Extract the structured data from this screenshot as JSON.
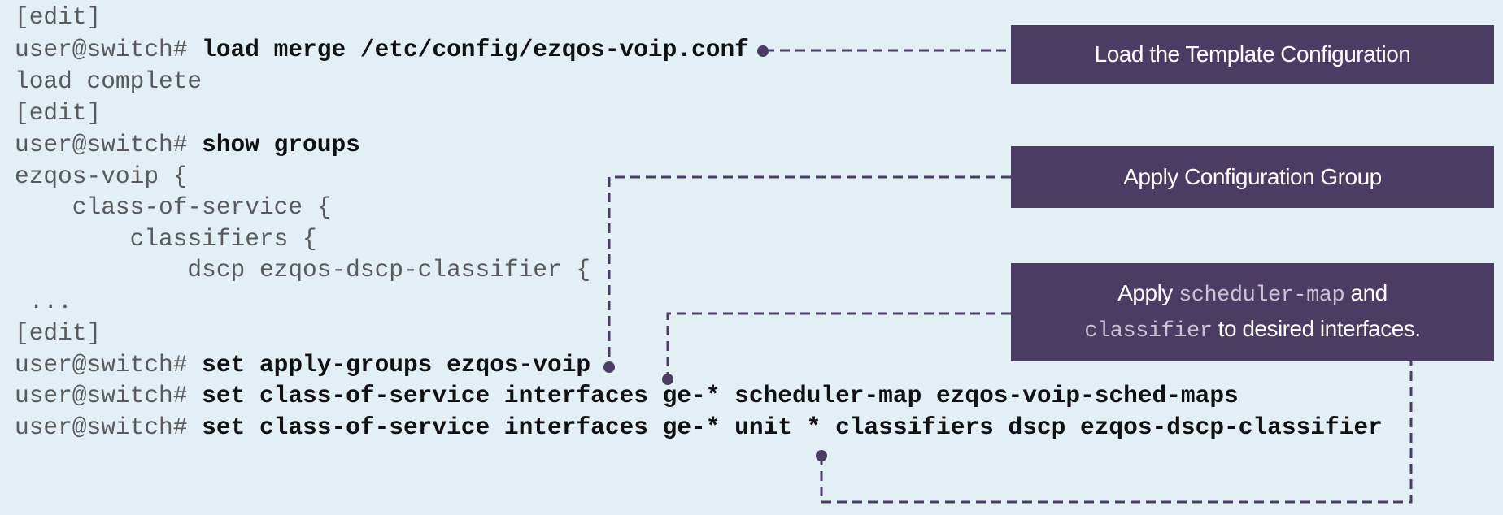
{
  "terminal": {
    "lines": [
      {
        "prompt": "[edit]",
        "command": ""
      },
      {
        "prompt": "user@switch# ",
        "command": "load merge /etc/config/ezqos-voip.conf"
      },
      {
        "prompt": "load complete",
        "command": ""
      },
      {
        "prompt": "[edit]",
        "command": ""
      },
      {
        "prompt": "user@switch# ",
        "command": "show groups"
      },
      {
        "prompt": "ezqos-voip {",
        "command": ""
      },
      {
        "prompt": "    class-of-service {",
        "command": ""
      },
      {
        "prompt": "        classifiers {",
        "command": ""
      },
      {
        "prompt": "            dscp ezqos-dscp-classifier {",
        "command": ""
      },
      {
        "prompt": " ...",
        "command": ""
      },
      {
        "prompt": "[edit]",
        "command": ""
      },
      {
        "prompt": "user@switch# ",
        "command": "set apply-groups ezqos-voip"
      },
      {
        "prompt": "user@switch# ",
        "command": "set class-of-service interfaces ge-* scheduler-map ezqos-voip-sched-maps"
      },
      {
        "prompt": "user@switch# ",
        "command": "set class-of-service interfaces ge-* unit * classifiers dscp ezqos-dscp-classifier"
      }
    ]
  },
  "callouts": {
    "load_template": "Load the Template Configuration",
    "apply_group": "Apply Configuration Group",
    "apply_maps": {
      "prefix": "Apply ",
      "code1": "scheduler-map",
      "mid": " and",
      "code2": "classifier",
      "suffix": " to desired interfaces."
    }
  },
  "colors": {
    "background": "#e2eff5",
    "callout": "#4b3c63",
    "connector": "#4b3c63"
  }
}
